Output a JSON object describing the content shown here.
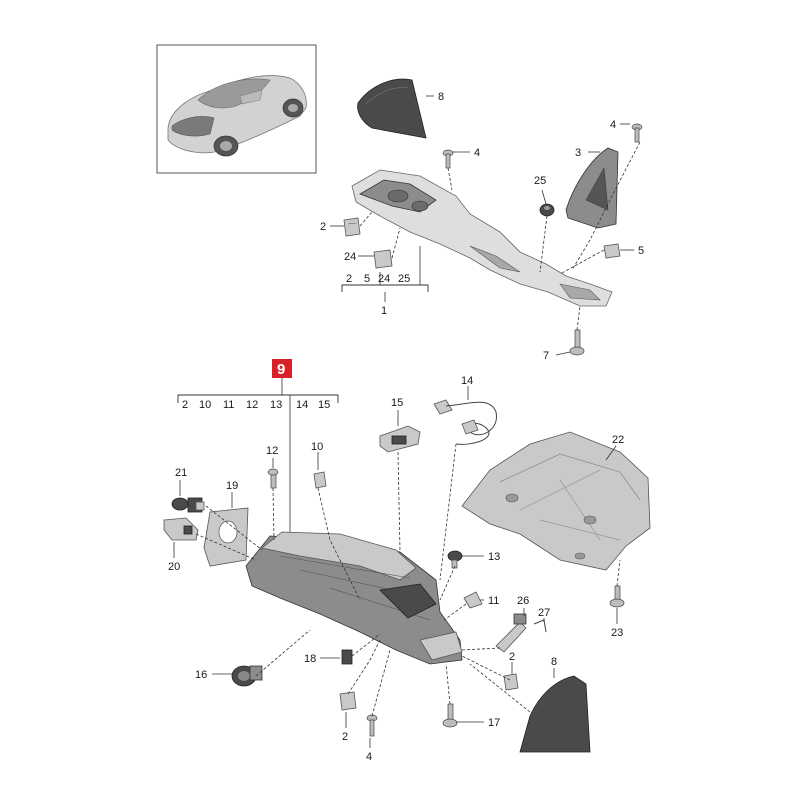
{
  "callouts": {
    "c1": "1",
    "c2a": "2",
    "c3": "3",
    "c4a": "4",
    "c4b": "4",
    "c5": "5",
    "c7": "7",
    "c8a": "8",
    "c24a": "24",
    "c25": "25",
    "c10": "10",
    "c11": "11",
    "c12": "12",
    "c13": "13",
    "c14": "14",
    "c15": "15",
    "c16": "16",
    "c17": "17",
    "c18": "18",
    "c19": "19",
    "c20": "20",
    "c21": "21",
    "c22": "22",
    "c23": "23",
    "c26": "26",
    "c27": "27",
    "c2b": "2",
    "c2c": "2",
    "c4c": "4",
    "c8b": "8"
  },
  "group1": {
    "items": [
      "2",
      "5",
      "24",
      "25"
    ],
    "parent": "1"
  },
  "group9": {
    "badge": "9",
    "items": [
      "2",
      "10",
      "11",
      "12",
      "13",
      "14",
      "15"
    ]
  },
  "colors": {
    "badge": "#d9202a"
  }
}
